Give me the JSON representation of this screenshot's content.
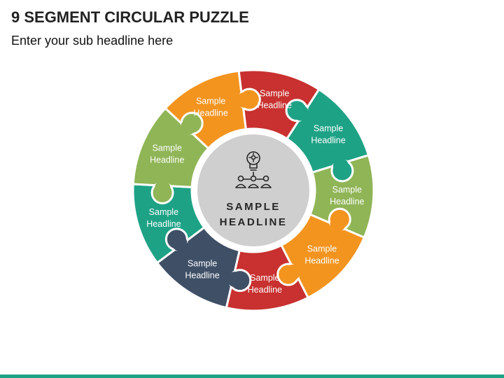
{
  "header": {
    "title": "9 SEGMENT CIRCULAR PUZZLE",
    "subtitle": "Enter your sub headline here"
  },
  "center": {
    "line1": "SAMPLE",
    "line2": "HEADLINE",
    "icon": "lightbulb-team-icon",
    "fill": "#cfcfcf",
    "ring": "#ffffff"
  },
  "segments": [
    {
      "line1": "Sample",
      "line2": "Headline",
      "color": "#c8312f"
    },
    {
      "line1": "Sample",
      "line2": "Headline",
      "color": "#1ea286"
    },
    {
      "line1": "Sample",
      "line2": "Headline",
      "color": "#8fb556"
    },
    {
      "line1": "Sample",
      "line2": "Headline",
      "color": "#f3941f"
    },
    {
      "line1": "Sample",
      "line2": "Headline",
      "color": "#c8312f"
    },
    {
      "line1": "Sample",
      "line2": "Headline",
      "color": "#3e4f66"
    },
    {
      "line1": "Sample",
      "line2": "Headline",
      "color": "#1ea286"
    },
    {
      "line1": "Sample",
      "line2": "Headline",
      "color": "#8fb556"
    },
    {
      "line1": "Sample",
      "line2": "Headline",
      "color": "#f3941f"
    }
  ],
  "footer": {
    "bar_color": "#1ea286"
  }
}
